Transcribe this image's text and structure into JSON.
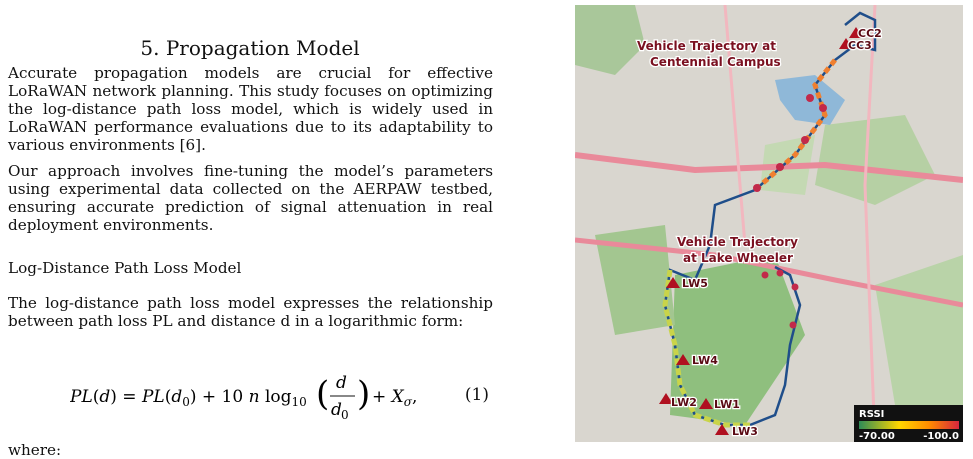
{
  "section": {
    "title": "5. Propagation Model"
  },
  "paragraphs": {
    "p1": "Accurate propagation models are crucial for effective LoRaWAN network planning. This study focuses on optimizing the log-distance path loss model, which is widely used in LoRaWAN performance evaluations due to its adaptability to various environments [6].",
    "p2": "Our approach involves fine-tuning the model’s parameters using experimental data collected on the AERPAW testbed, ensuring accurate prediction of signal attenuation in real deployment environments.",
    "subheading": "Log-Distance Path Loss Model",
    "p3": "The log-distance path loss model expresses the relationship between path loss PL and distance d in a logarithmic form:",
    "where": "where:"
  },
  "equation": {
    "number": "(1)"
  },
  "map": {
    "labels": {
      "centennial_line1": "Vehicle Trajectory at",
      "centennial_line2": "Centennial Campus",
      "lake_line1": "Vehicle Trajectory",
      "lake_line2": "at Lake Wheeler"
    },
    "sites": [
      "CC2",
      "CC3",
      "LW5",
      "LW4",
      "LW2",
      "LW1",
      "LW3"
    ],
    "legend": {
      "title": "RSSI",
      "min_label": "-70.00",
      "max_label": "-100.0",
      "colors": [
        "#2e8b57",
        "#ffd700",
        "#ff8c00",
        "#d7263d"
      ]
    }
  }
}
